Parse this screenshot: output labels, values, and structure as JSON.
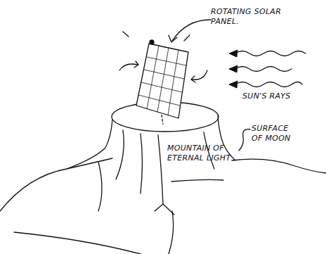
{
  "diagram": {
    "labels": [
      "ROTATING SOLAR PANEL.",
      "SUN'S RAYS",
      "SURFACE OF MOON",
      "MOUNTAIN OF ETERNAL LIGHT"
    ]
  }
}
